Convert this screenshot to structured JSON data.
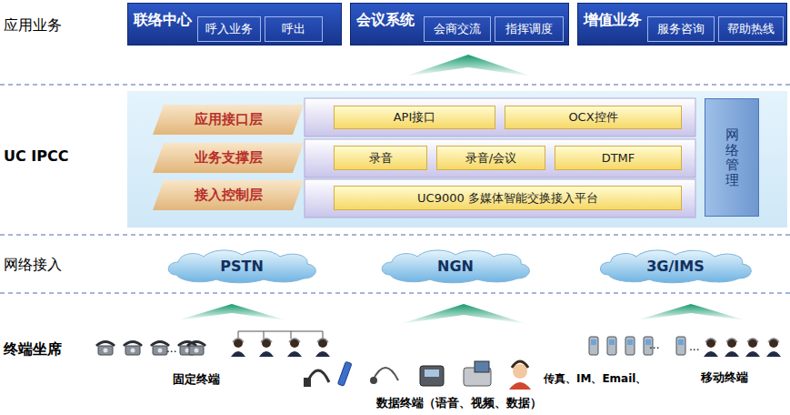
{
  "diagram": {
    "nodes": [
      {
        "text": [
          "联络中心"
        ]
      },
      {
        "text": [
          "呼入业务"
        ],
        "in": 0
      },
      {
        "text": [
          "呼出"
        ],
        "in": 0
      },
      {
        "text": [
          "会议系统"
        ]
      },
      {
        "text": [
          "会商交流"
        ],
        "in": 3
      },
      {
        "text": [
          "指挥调度"
        ],
        "in": 3
      },
      {
        "text": [
          "增值业务"
        ]
      },
      {
        "text": [
          "服务咨询"
        ],
        "in": 6
      },
      {
        "text": [
          "帮助热线"
        ],
        "in": 6
      },
      {
        "text": [
          "应用接口层"
        ]
      },
      {
        "text": [
          "API接口"
        ]
      },
      {
        "text": [
          "OCX控件"
        ]
      },
      {
        "text": [
          "业务支撑层"
        ]
      },
      {
        "text": [
          "录音"
        ]
      },
      {
        "text": [
          "录音/会议"
        ]
      },
      {
        "text": [
          "DTMF"
        ]
      },
      {
        "text": [
          "接入控制层"
        ]
      },
      {
        "text": [
          "UC9000 多媒体智能交换接入平台"
        ]
      },
      {
        "text": [
          "网络管理"
        ]
      },
      {
        "text": [
          "PSTN"
        ]
      },
      {
        "text": [
          "NGN"
        ]
      },
      {
        "text": [
          "3G/IMS"
        ]
      }
    ],
    "labels": [
      "应用业务",
      "UC IPCC",
      "网络接入",
      "终端坐席",
      "...",
      "...",
      "...",
      "固定终端",
      "传真、IM、Email、",
      "移动终端",
      "数据终端（语音、视频、数据）"
    ]
  }
}
